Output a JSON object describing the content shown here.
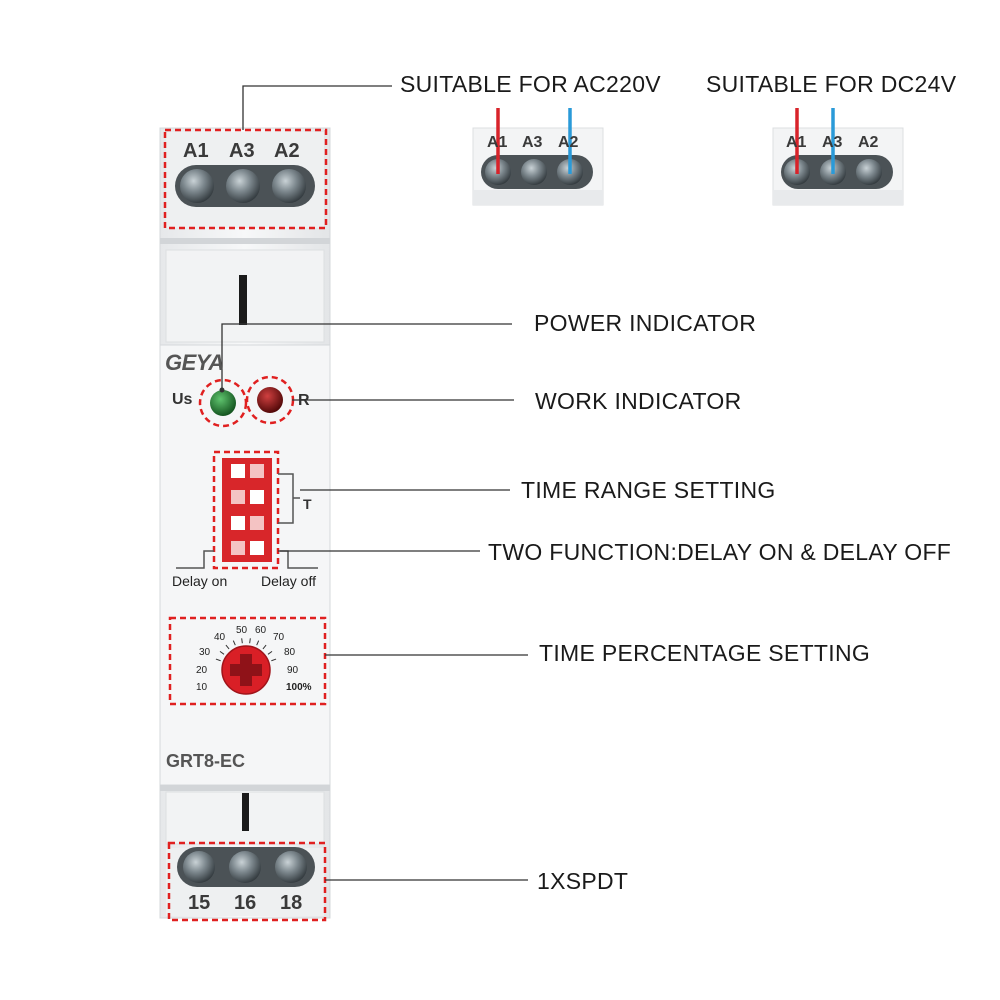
{
  "callouts": {
    "ac_supply": "SUITABLE FOR AC220V",
    "dc_supply": "SUITABLE FOR DC24V",
    "power_indicator": "POWER INDICATOR",
    "work_indicator": "WORK INDICATOR",
    "time_range": "TIME RANGE SETTING",
    "two_function": "TWO FUNCTION:DELAY ON & DELAY OFF",
    "time_percentage": "TIME PERCENTAGE SETTING",
    "contact": "1XSPDT"
  },
  "device": {
    "brand": "GEYA",
    "model": "GRT8-EC",
    "us_label": "Us",
    "r_label": "R",
    "t_label": "T",
    "delay_on": "Delay on",
    "delay_off": "Delay off",
    "top_terminals": [
      "A1",
      "A3",
      "A2"
    ],
    "bottom_terminals": [
      "15",
      "16",
      "18"
    ],
    "dial_ticks": [
      "10",
      "20",
      "30",
      "40",
      "50",
      "60",
      "70",
      "80",
      "90",
      "100%"
    ]
  },
  "wiring": {
    "ac": {
      "terminals": [
        "A1",
        "A3",
        "A2"
      ],
      "red_on": "A1",
      "blue_on": "A2"
    },
    "dc": {
      "terminals": [
        "A1",
        "A3",
        "A2"
      ],
      "red_on": "A1",
      "blue_on": "A3"
    }
  },
  "colors": {
    "highlight": "#e02020",
    "power_led": "#1f7a2e",
    "work_led": "#8a0f0f",
    "red_wire": "#d8232a",
    "blue_wire": "#2a9ad8",
    "dial": "#d91f26"
  }
}
